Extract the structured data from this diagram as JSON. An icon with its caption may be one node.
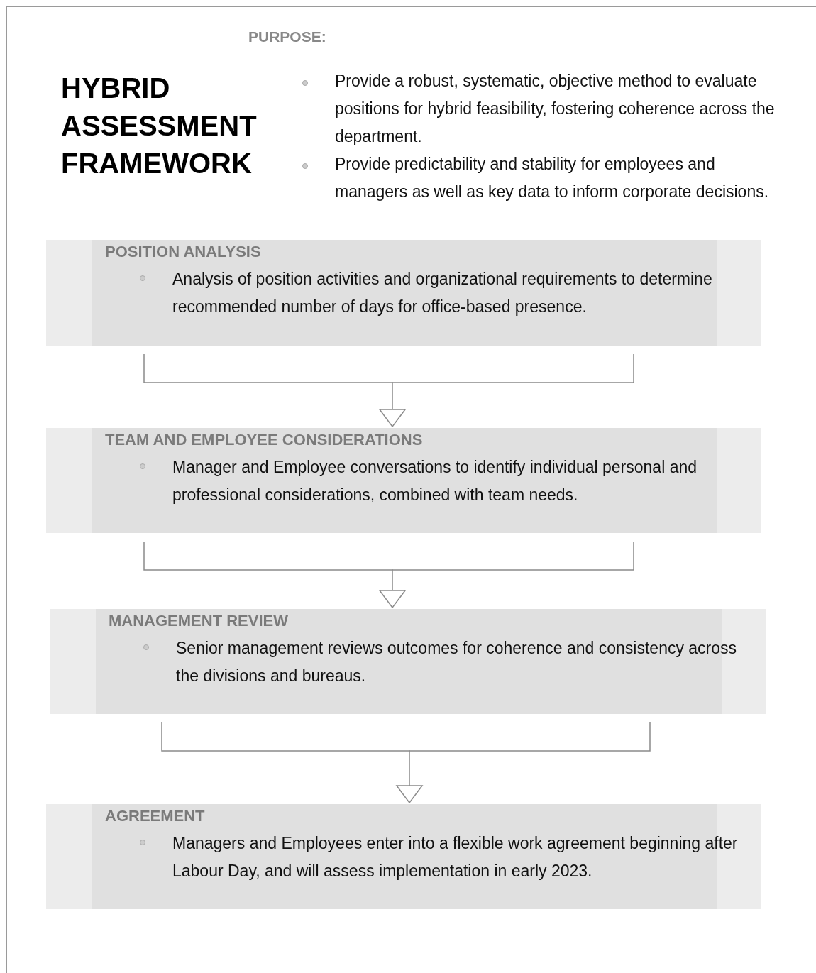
{
  "diagram": {
    "title": "HYBRID ASSESSMENT FRAMEWORK",
    "nodes": [
      {
        "text": [
          "POSITION ANALYSIS",
          "Analysis of position activities and organizational requirements to determine recommended number of days for office-based presence."
        ]
      },
      {
        "text": [
          "TEAM AND EMPLOYEE CONSIDERATIONS",
          "Manager and Employee conversations to identify individual personal and professional considerations, combined with team needs."
        ]
      },
      {
        "text": [
          "MANAGEMENT REVIEW",
          "Senior management reviews outcomes for coherence and consistency across the divisions and bureaus."
        ]
      },
      {
        "text": [
          "AGREEMENT",
          "Managers and Employees enter into a flexible work agreement beginning after Labour Day, and will assess implementation in early 2023."
        ]
      }
    ],
    "edges": [
      {
        "from": 0,
        "to": 1,
        "arrow": "to"
      },
      {
        "from": 1,
        "to": 2,
        "arrow": "to"
      },
      {
        "from": 2,
        "to": 3,
        "arrow": "to"
      }
    ],
    "labels": [
      "PURPOSE:",
      "Provide a robust, systematic, objective method to evaluate positions for hybrid feasibility, fostering coherence across the department.",
      "Provide predictability and stability for employees and managers as well as key data to inform corporate decisions."
    ]
  }
}
